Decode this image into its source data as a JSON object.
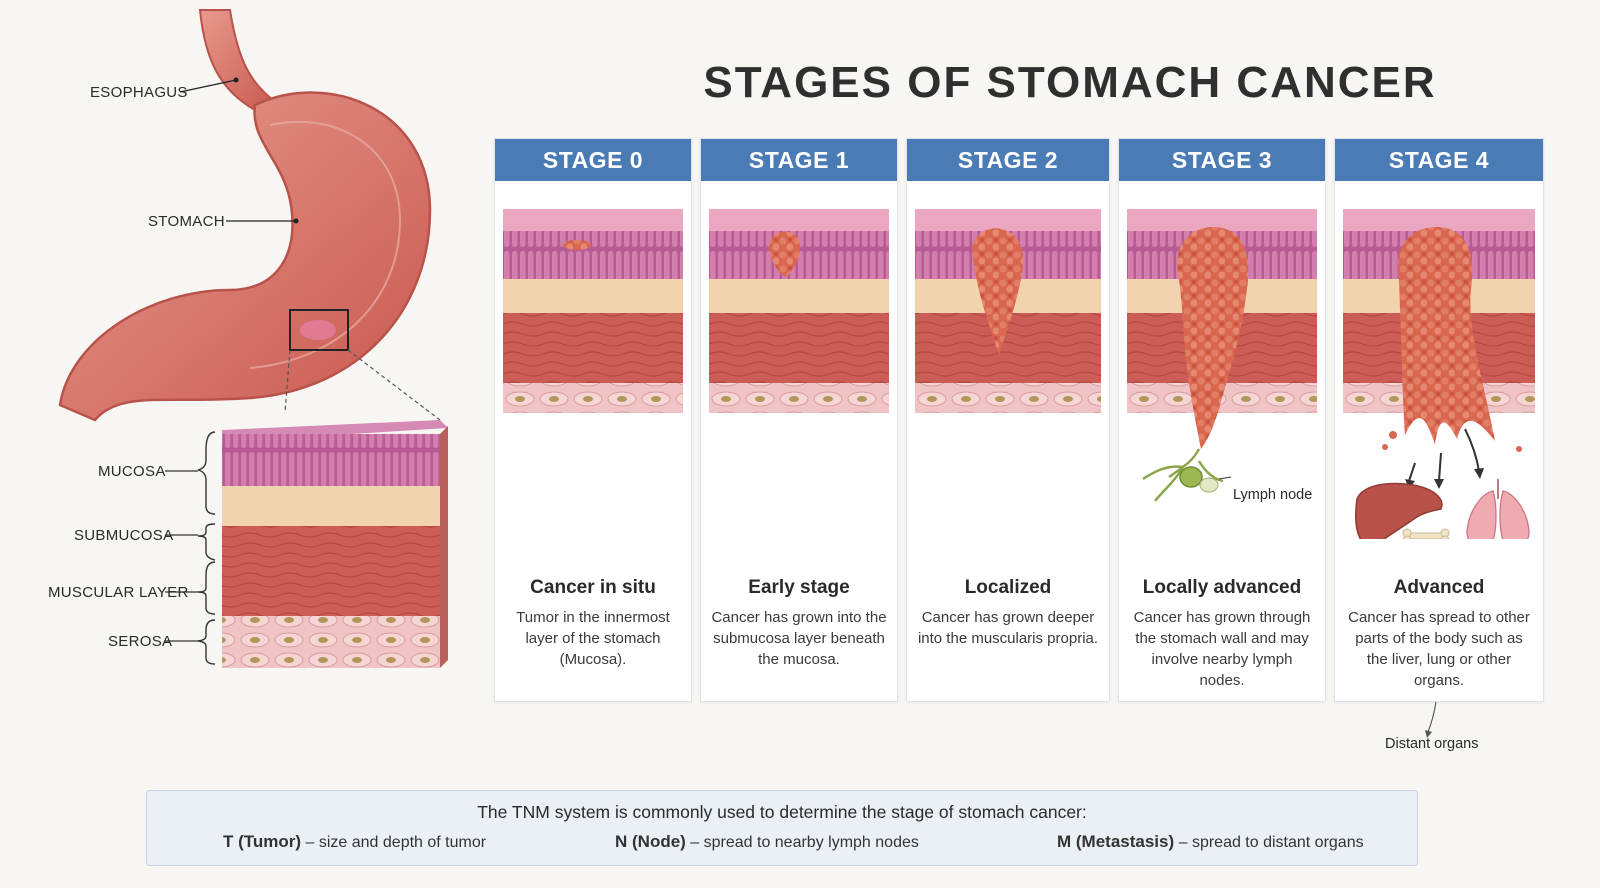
{
  "title": "STAGES OF STOMACH CANCER",
  "anatomy": {
    "labels": {
      "esophagus": "ESOPHAGUS",
      "stomach": "STOMACH",
      "mucosa": "MUCOSA",
      "submucosa": "SUBMUCOSA",
      "muscular": "MUSCULAR LAYER",
      "serosa": "SEROSA"
    }
  },
  "stages": [
    {
      "header": "STAGE 0",
      "title": "Cancer in situ",
      "desc": "Tumor in the innermost layer of the stomach (Mucosa)."
    },
    {
      "header": "STAGE 1",
      "title": "Early stage",
      "desc": "Cancer has grown into the submucosa layer beneath the mucosa."
    },
    {
      "header": "STAGE 2",
      "title": "Localized",
      "desc": "Cancer has grown deeper into the muscularis propria."
    },
    {
      "header": "STAGE 3",
      "title": "Locally advanced",
      "desc": "Cancer has grown through the stomach wall and may involve nearby lymph nodes."
    },
    {
      "header": "STAGE 4",
      "title": "Advanced",
      "desc": "Cancer has spread to other parts of the body such as the liver, lung or other organs."
    }
  ],
  "annotations": {
    "lymph_node": "Lymph node",
    "distant_organs": "Distant organs"
  },
  "tnm": {
    "intro": "The TNM system is commonly used to determine the stage of stomach cancer:",
    "items": [
      {
        "key": "T (Tumor)",
        "desc": "– size and depth of tumor"
      },
      {
        "key": "N (Node)",
        "desc": "– spread to nearby lymph nodes"
      },
      {
        "key": "M (Metastasis)",
        "desc": "– spread to distant organs"
      }
    ]
  },
  "colors": {
    "header_blue": "#4a7bb5",
    "mucosa": "#c9649a",
    "submucosa": "#f1d3ae",
    "muscle": "#c95a55",
    "serosa": "#f0c2c4",
    "tumor": "#d9664f"
  }
}
